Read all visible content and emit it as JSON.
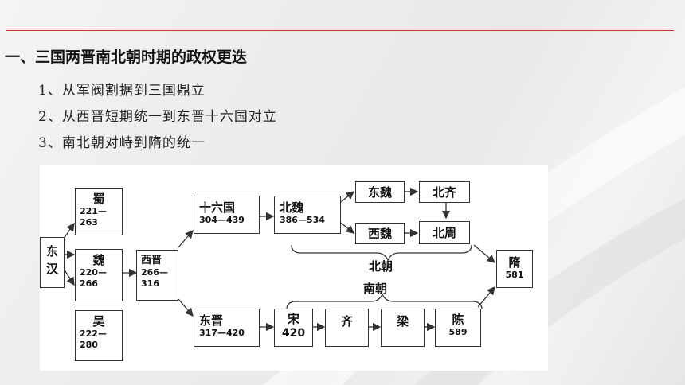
{
  "slide": {
    "title": "一、三国两晋南北朝时期的政权更迭",
    "items": [
      "1、从军阀割据到三国鼎立",
      "2、从西晋短期统一到东晋十六国对立",
      "3、南北朝对峙到隋的统一"
    ]
  },
  "diagram": {
    "donghan": {
      "name": "东汉"
    },
    "shu": {
      "name": "蜀",
      "dates": "221—263"
    },
    "wei": {
      "name": "魏",
      "dates": "220—266"
    },
    "wu": {
      "name": "吴",
      "dates": "222—280"
    },
    "xijin": {
      "name": "西晋",
      "dates": "266—316"
    },
    "shiliuguo": {
      "name": "十六国",
      "dates": "304—439"
    },
    "beiwei": {
      "name": "北魏",
      "dates": "386—534"
    },
    "dongwei": {
      "name": "东魏"
    },
    "beiqi": {
      "name": "北齐"
    },
    "xiwei": {
      "name": "西魏"
    },
    "beizhou": {
      "name": "北周"
    },
    "dongjin": {
      "name": "东晋",
      "dates": "317—420"
    },
    "song": {
      "name": "宋",
      "dates": "420"
    },
    "qi": {
      "name": "齐"
    },
    "liang": {
      "name": "梁"
    },
    "chen": {
      "name": "陈",
      "dates": "589"
    },
    "sui": {
      "name": "隋",
      "dates": "581"
    },
    "bei_label": "北朝",
    "nan_label": "南朝"
  }
}
